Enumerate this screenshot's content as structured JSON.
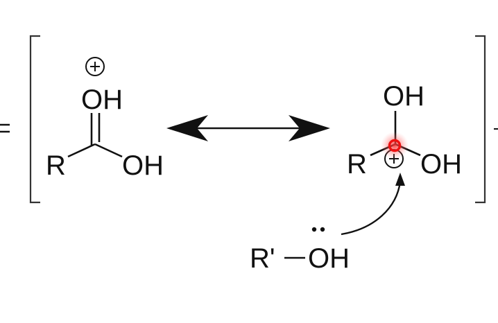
{
  "colors": {
    "ink": "#111111",
    "highlight": "#ee1111",
    "background": "#ffffff"
  },
  "diagram": {
    "left_structure": {
      "oh_top": "OH",
      "r_group": "R",
      "oh_right": "OH"
    },
    "right_structure": {
      "oh_top": "OH",
      "r_group": "R",
      "oh_right": "OH"
    },
    "nucleophile": {
      "r_prime": "R'",
      "oh": "OH"
    }
  }
}
